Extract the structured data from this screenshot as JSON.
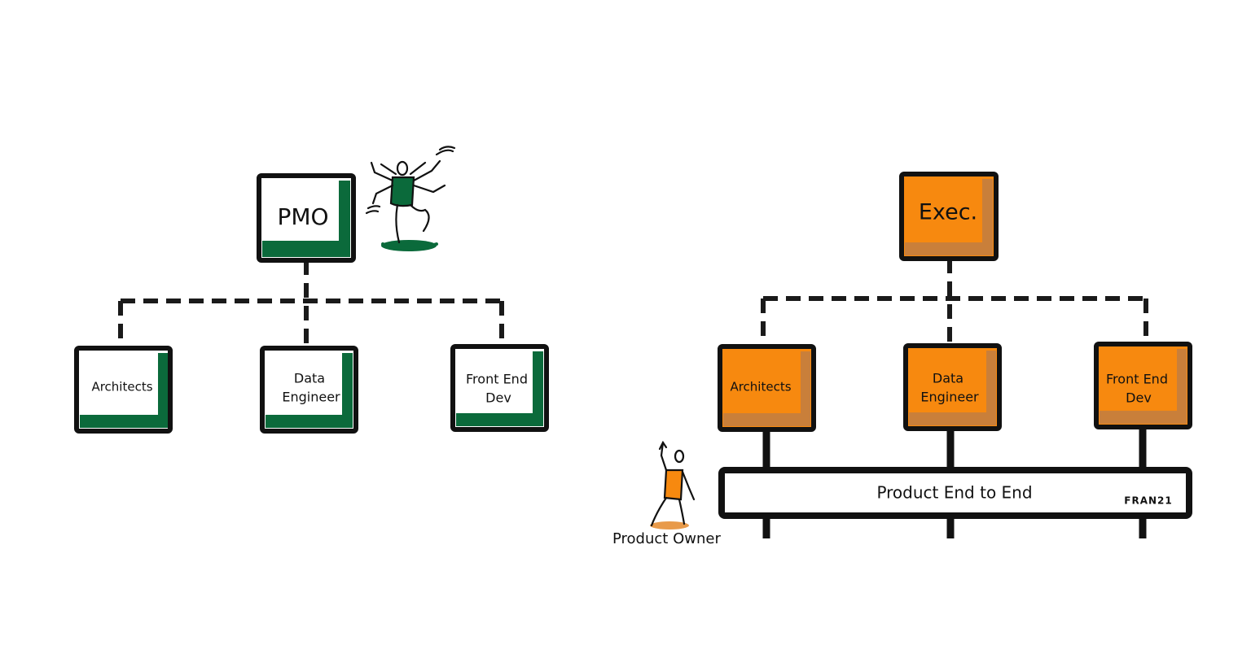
{
  "left_org": {
    "accent": "#0b6a3b",
    "top": {
      "label": "PMO"
    },
    "children": [
      {
        "lines": [
          "Architects"
        ]
      },
      {
        "lines": [
          "Data",
          "Engineer"
        ]
      },
      {
        "lines": [
          "Front End",
          "Dev"
        ]
      }
    ],
    "figure_icon": "multi-armed-juggler-icon"
  },
  "right_org": {
    "accent": "#f7890f",
    "accent_shadow": "#c97f3a",
    "top": {
      "label": "Exec."
    },
    "children": [
      {
        "lines": [
          "Architects"
        ]
      },
      {
        "lines": [
          "Data",
          "Engineer"
        ]
      },
      {
        "lines": [
          "Front End",
          "Dev"
        ]
      }
    ],
    "bar_label": "Product End to End",
    "signature": "FRAN21",
    "product_owner_label": "Product Owner",
    "figure_icon": "product-owner-figure-icon"
  }
}
